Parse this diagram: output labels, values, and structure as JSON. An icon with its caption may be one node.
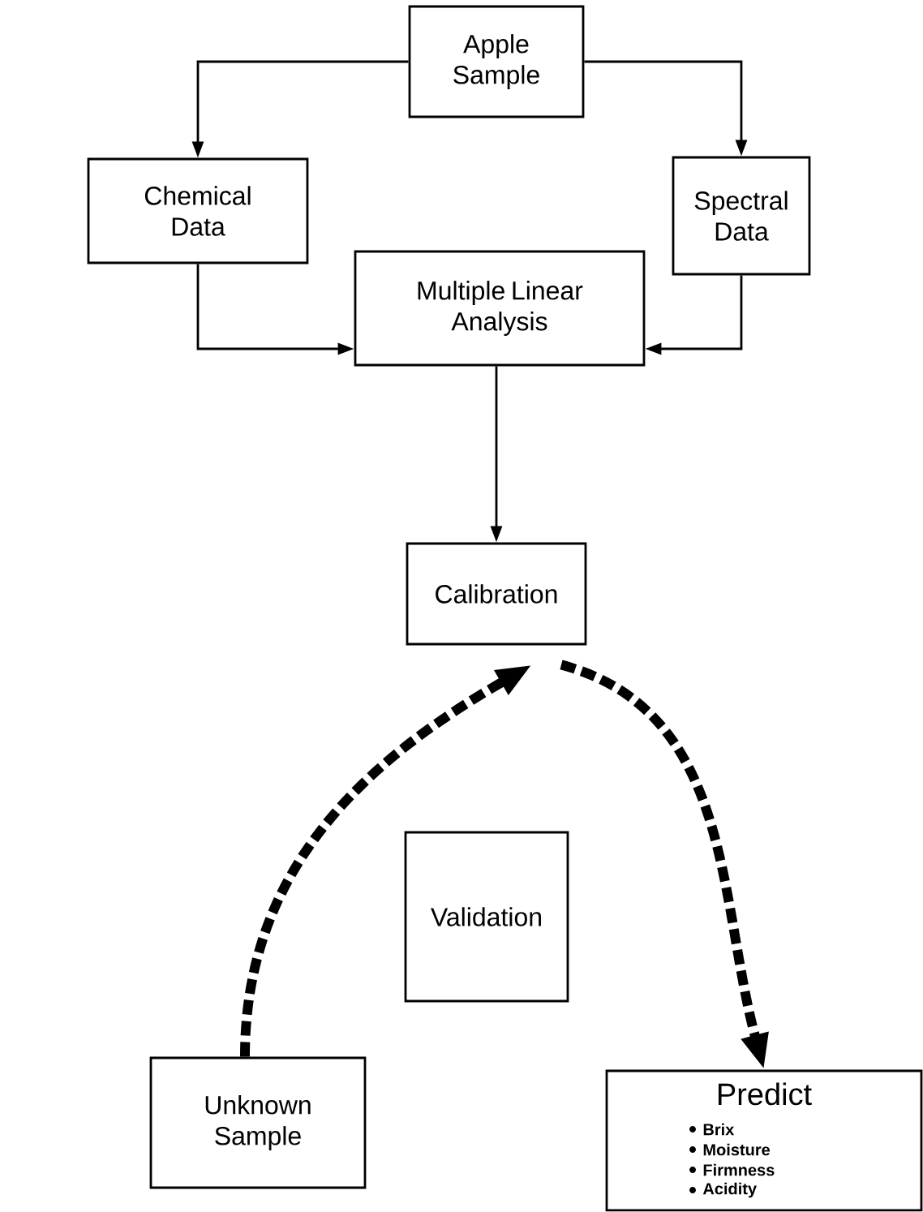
{
  "diagram": {
    "nodes": [
      {
        "text": [
          "Apple Sample"
        ]
      },
      {
        "text": [
          "Chemical Data"
        ]
      },
      {
        "text": [
          "Spectral Data"
        ]
      },
      {
        "text": [
          "Multiple Linear Analysis"
        ]
      },
      {
        "text": [
          "Calibration"
        ]
      },
      {
        "text": [
          "Validation"
        ]
      },
      {
        "text": [
          "Unknown Sample"
        ]
      },
      {
        "text": [
          "Predict",
          "Brix",
          "Moisture",
          "Firmness",
          "Acidity"
        ]
      }
    ],
    "edges": [
      {
        "from": 0,
        "to": 1,
        "arrow": "to"
      },
      {
        "from": 0,
        "to": 2,
        "arrow": "to"
      },
      {
        "from": 1,
        "to": 3,
        "arrow": "to"
      },
      {
        "from": 2,
        "to": 3,
        "arrow": "to"
      },
      {
        "from": 3,
        "to": 4,
        "arrow": "to"
      },
      {
        "from": 6,
        "to": 4,
        "arrow": "to",
        "style": "dashed"
      },
      {
        "from": 4,
        "to": 7,
        "arrow": "to",
        "style": "dashed"
      }
    ]
  }
}
